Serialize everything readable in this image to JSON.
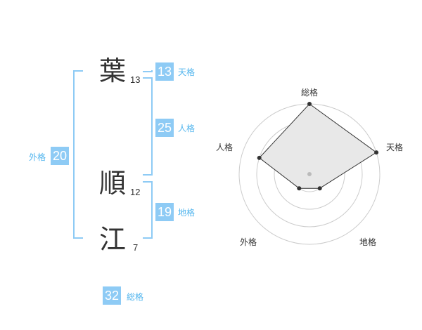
{
  "name": {
    "chars": [
      {
        "char": "葉",
        "strokes": "13"
      },
      {
        "char": "順",
        "strokes": "12"
      },
      {
        "char": "江",
        "strokes": "7"
      }
    ]
  },
  "fortune": {
    "tenkaku": {
      "label": "天格",
      "value": "13"
    },
    "jinkaku": {
      "label": "人格",
      "value": "25"
    },
    "chikaku": {
      "label": "地格",
      "value": "19"
    },
    "gaikaku": {
      "label": "外格",
      "value": "20"
    },
    "soukaku": {
      "label": "総格",
      "value": "32"
    }
  },
  "chart_data": {
    "type": "radar",
    "axes": [
      "総格",
      "天格",
      "地格",
      "外格",
      "人格"
    ],
    "values": [
      4,
      4,
      1,
      1,
      3
    ],
    "max": 4,
    "rings": 4,
    "colors": {
      "fill": "#e8e8e8",
      "line": "#333333",
      "grid": "#cccccc",
      "point": "#333333",
      "center": "#bbbbbb"
    }
  }
}
